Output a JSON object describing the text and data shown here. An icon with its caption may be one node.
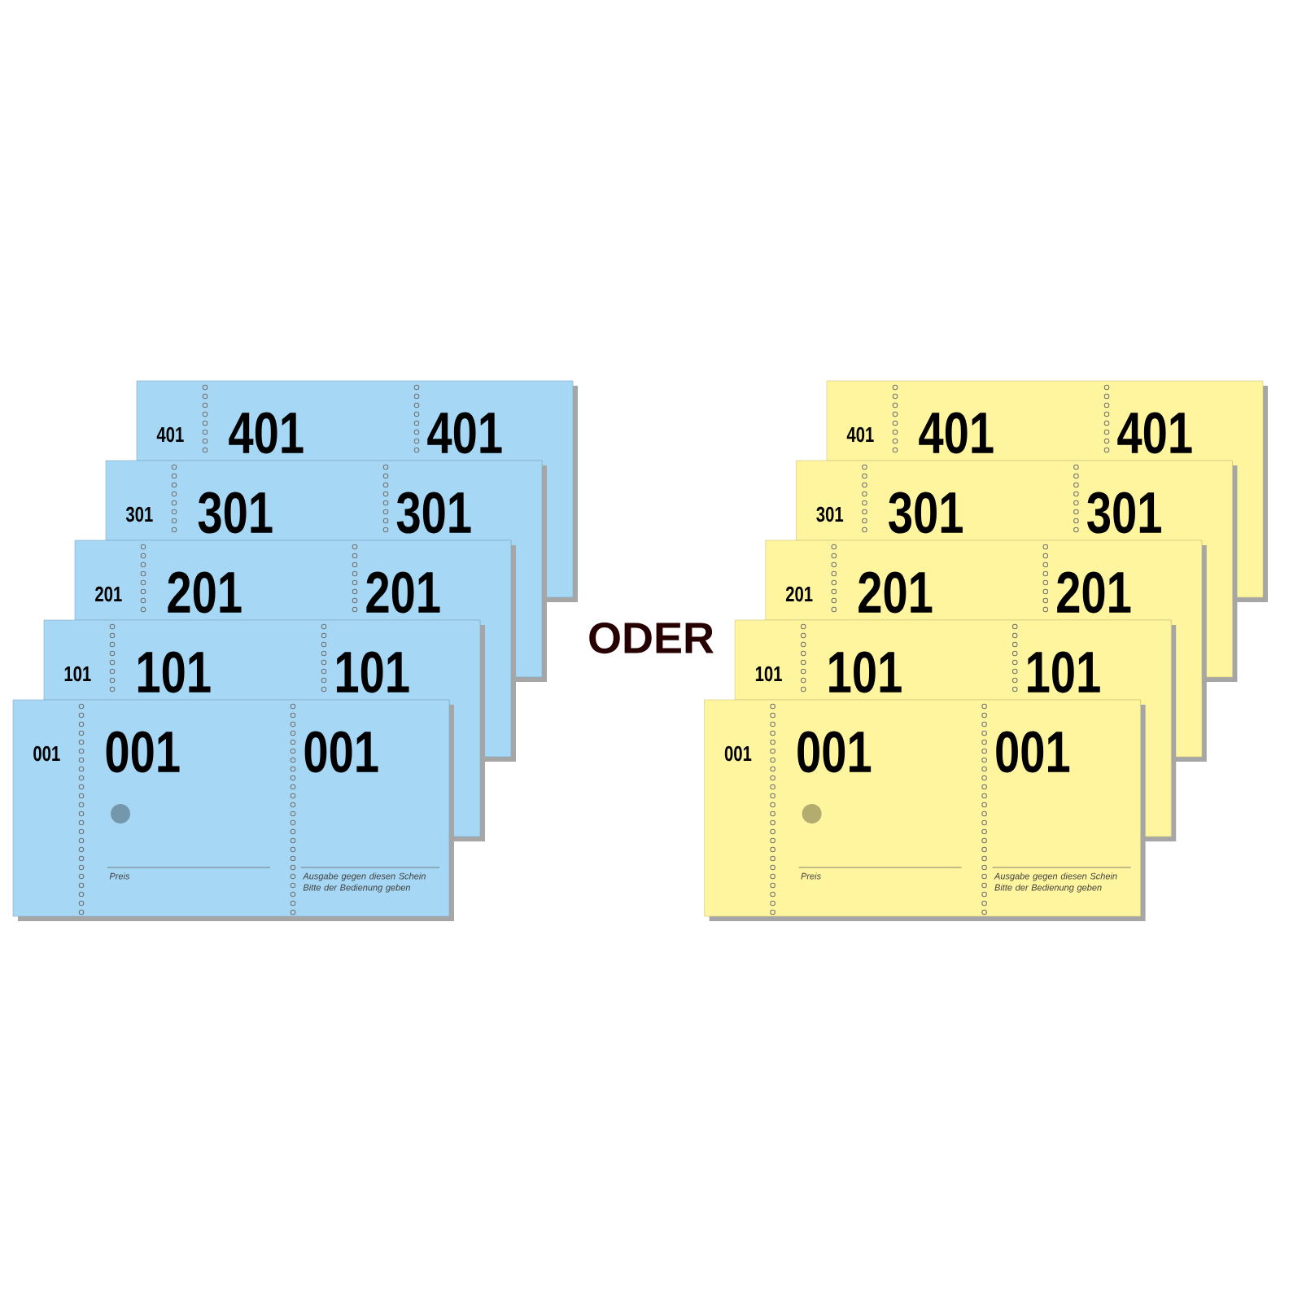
{
  "diagram": {
    "nodes": [
      {
        "text": [
          "401",
          "401",
          "401"
        ]
      },
      {
        "text": [
          "301",
          "301",
          "301"
        ]
      },
      {
        "text": [
          "201",
          "201",
          "201"
        ]
      },
      {
        "text": [
          "101",
          "101",
          "101"
        ]
      },
      {
        "text": [
          "001",
          "001",
          "001",
          "Preis",
          "Ausgabe gegen diesen Schein Bitte der Bedienung geben"
        ]
      },
      {
        "text": [
          "401",
          "401",
          "401"
        ]
      },
      {
        "text": [
          "301",
          "301",
          "301"
        ]
      },
      {
        "text": [
          "201",
          "201",
          "201"
        ]
      },
      {
        "text": [
          "101",
          "101",
          "101"
        ]
      },
      {
        "text": [
          "001",
          "001",
          "001",
          "Preis",
          "Ausgabe gegen diesen Schein Bitte der Bedienung geben"
        ]
      }
    ],
    "labels": [
      "ODER"
    ]
  }
}
